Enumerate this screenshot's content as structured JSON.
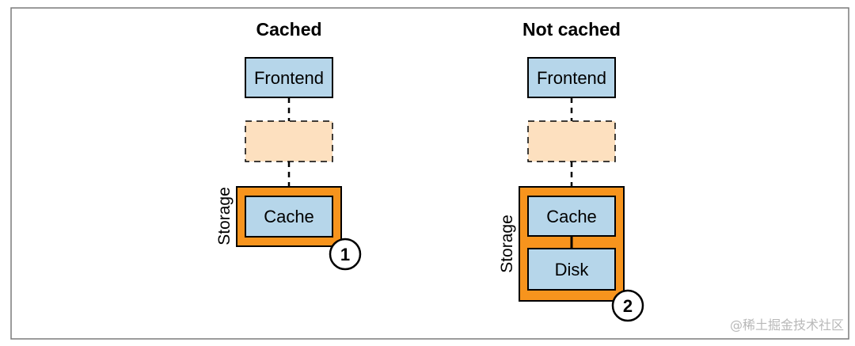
{
  "left": {
    "title": "Cached",
    "frontend_label": "Frontend",
    "storage_label": "Storage",
    "cache_label": "Cache",
    "callout_number": "1"
  },
  "right": {
    "title": "Not cached",
    "frontend_label": "Frontend",
    "storage_label": "Storage",
    "cache_label": "Cache",
    "disk_label": "Disk",
    "callout_number": "2"
  },
  "watermark": "@稀土掘金技术社区",
  "colors": {
    "component_fill": "#b6d6ea",
    "middle_fill": "#fde0bf",
    "storage_fill": "#f7941d",
    "stroke": "#000000"
  }
}
